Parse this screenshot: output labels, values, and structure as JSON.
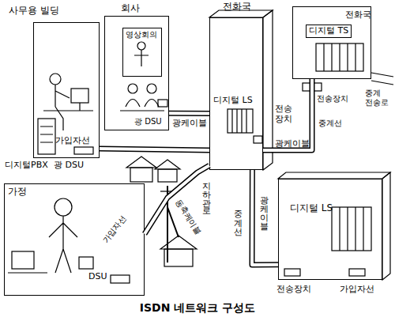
{
  "diagram": {
    "title": "ISDN 네트워크 구성도",
    "nodes": [
      {
        "text": [
          "사무용 빌딩"
        ]
      },
      {
        "text": [
          "회사"
        ]
      },
      {
        "text": [
          "영상회의"
        ],
        "in": 1
      },
      {
        "text": [
          "전화국",
          "디지털 LS"
        ]
      },
      {
        "text": [
          "전화국",
          "디지털 TS"
        ]
      },
      {
        "text": [
          "가정"
        ]
      },
      {
        "text": [
          "디지털 LS"
        ]
      }
    ],
    "edges": [
      {
        "from": 0,
        "to": 3,
        "label": "가입자선",
        "arrow": "none"
      },
      {
        "from": 1,
        "to": 3,
        "label": "광케이블",
        "arrow": "none"
      },
      {
        "from": 3,
        "to": 4,
        "label": "광케이블",
        "arrow": "none"
      },
      {
        "from": 3,
        "to": 6,
        "label": "중계선",
        "arrow": "none"
      },
      {
        "from": 5,
        "to": 3,
        "label": "가입자선",
        "arrow": "none"
      }
    ],
    "labels": [
      "광 DSU",
      "중계 전송로",
      "전송장치",
      "중계선",
      "전송 장치",
      "디지털PBX",
      "광 DSU",
      "지하관로",
      "동축케이블",
      "DSU",
      "광케이블",
      "전송장치",
      "가입자선"
    ]
  }
}
